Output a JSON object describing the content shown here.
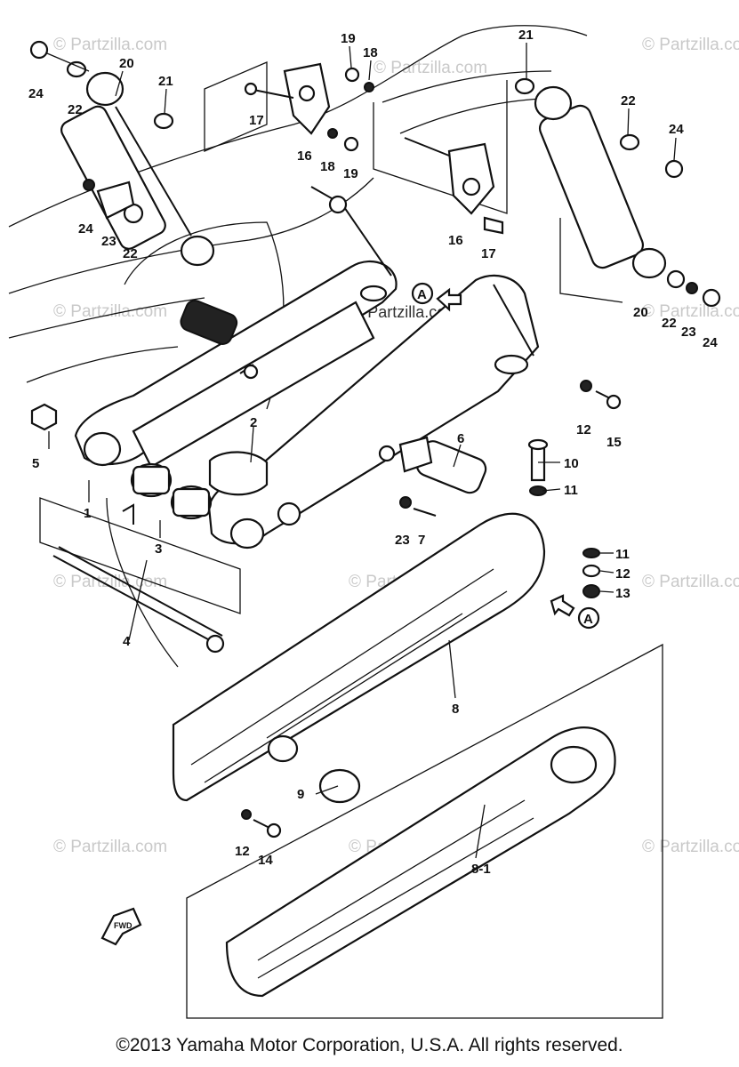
{
  "callouts": [
    {
      "id": "c24a",
      "text": "24"
    },
    {
      "id": "c22a",
      "text": "22"
    },
    {
      "id": "c20a",
      "text": "20"
    },
    {
      "id": "c21a",
      "text": "21"
    },
    {
      "id": "c19a",
      "text": "19"
    },
    {
      "id": "c18a",
      "text": "18"
    },
    {
      "id": "c17a",
      "text": "17"
    },
    {
      "id": "c16a",
      "text": "16"
    },
    {
      "id": "c18b",
      "text": "18"
    },
    {
      "id": "c19b",
      "text": "19"
    },
    {
      "id": "c21b",
      "text": "21"
    },
    {
      "id": "c22b",
      "text": "22"
    },
    {
      "id": "c24b",
      "text": "24"
    },
    {
      "id": "c16b",
      "text": "16"
    },
    {
      "id": "c17b",
      "text": "17"
    },
    {
      "id": "c24c",
      "text": "24"
    },
    {
      "id": "c23a",
      "text": "23"
    },
    {
      "id": "c22c",
      "text": "22"
    },
    {
      "id": "c20b",
      "text": "20"
    },
    {
      "id": "c22d",
      "text": "22"
    },
    {
      "id": "c23b",
      "text": "23"
    },
    {
      "id": "c24d",
      "text": "24"
    },
    {
      "id": "c12a",
      "text": "12"
    },
    {
      "id": "c15",
      "text": "15"
    },
    {
      "id": "c5",
      "text": "5"
    },
    {
      "id": "c2",
      "text": "2"
    },
    {
      "id": "c6",
      "text": "6"
    },
    {
      "id": "c10",
      "text": "10"
    },
    {
      "id": "c11a",
      "text": "11"
    },
    {
      "id": "c1",
      "text": "1"
    },
    {
      "id": "c3",
      "text": "3"
    },
    {
      "id": "c23c",
      "text": "23"
    },
    {
      "id": "c7",
      "text": "7"
    },
    {
      "id": "c11b",
      "text": "11"
    },
    {
      "id": "c12b",
      "text": "12"
    },
    {
      "id": "c13",
      "text": "13"
    },
    {
      "id": "c4",
      "text": "4"
    },
    {
      "id": "c8",
      "text": "8"
    },
    {
      "id": "c9",
      "text": "9"
    },
    {
      "id": "c12c",
      "text": "12"
    },
    {
      "id": "c14",
      "text": "14"
    },
    {
      "id": "c81",
      "text": "8-1"
    }
  ],
  "reference_marker": "A",
  "front_arrow_label": "FWD",
  "watermark": "© Partzilla.com",
  "copyright": "©2013  Yamaha Motor Corporation, U.S.A. All rights reserved."
}
